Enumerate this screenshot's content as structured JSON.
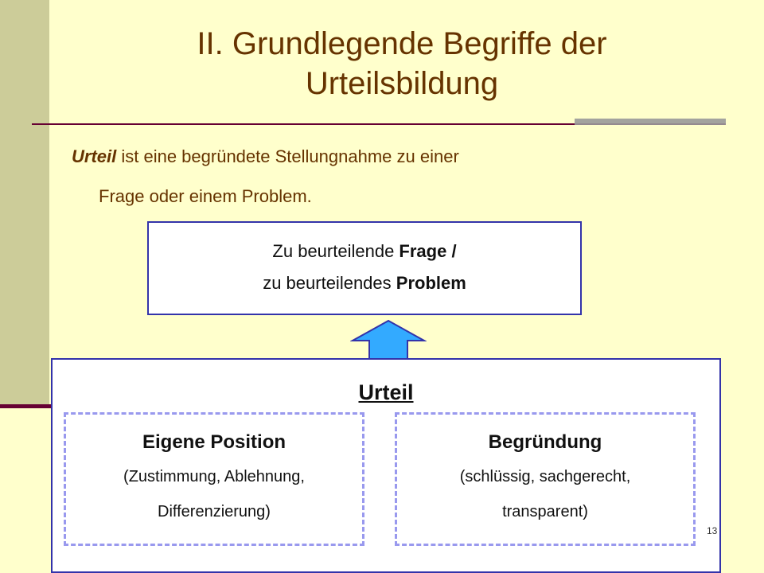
{
  "slide": {
    "title_line1": "II. Grundlegende Begriffe der",
    "title_line2": "Urteilsbildung",
    "intro_term": "Urteil",
    "intro_rest_line1": " ist eine begründete Stellungnahme zu einer",
    "intro_line2": "Frage oder einem Problem.",
    "question_box": {
      "line1_prefix": "Zu beurteilende ",
      "line1_bold": "Frage /",
      "line2_prefix": "zu beurteilendes ",
      "line2_bold": "Problem"
    },
    "judgement": {
      "title": "Urteil",
      "left": {
        "heading": "Eigene Position",
        "line1": "(Zustimmung, Ablehnung,",
        "line2": "Differenzierung)"
      },
      "right": {
        "heading": "Begründung",
        "line1": "(schlüssig, sachgerecht,",
        "line2": "transparent)"
      }
    },
    "page_number": "13"
  },
  "icons": {
    "arrow": "up-arrow-icon"
  },
  "colors": {
    "background": "#ffffcc",
    "title": "#663300",
    "box_border": "#3333aa",
    "dashed_border": "#9999ee",
    "arrow_fill": "#33aaff"
  }
}
